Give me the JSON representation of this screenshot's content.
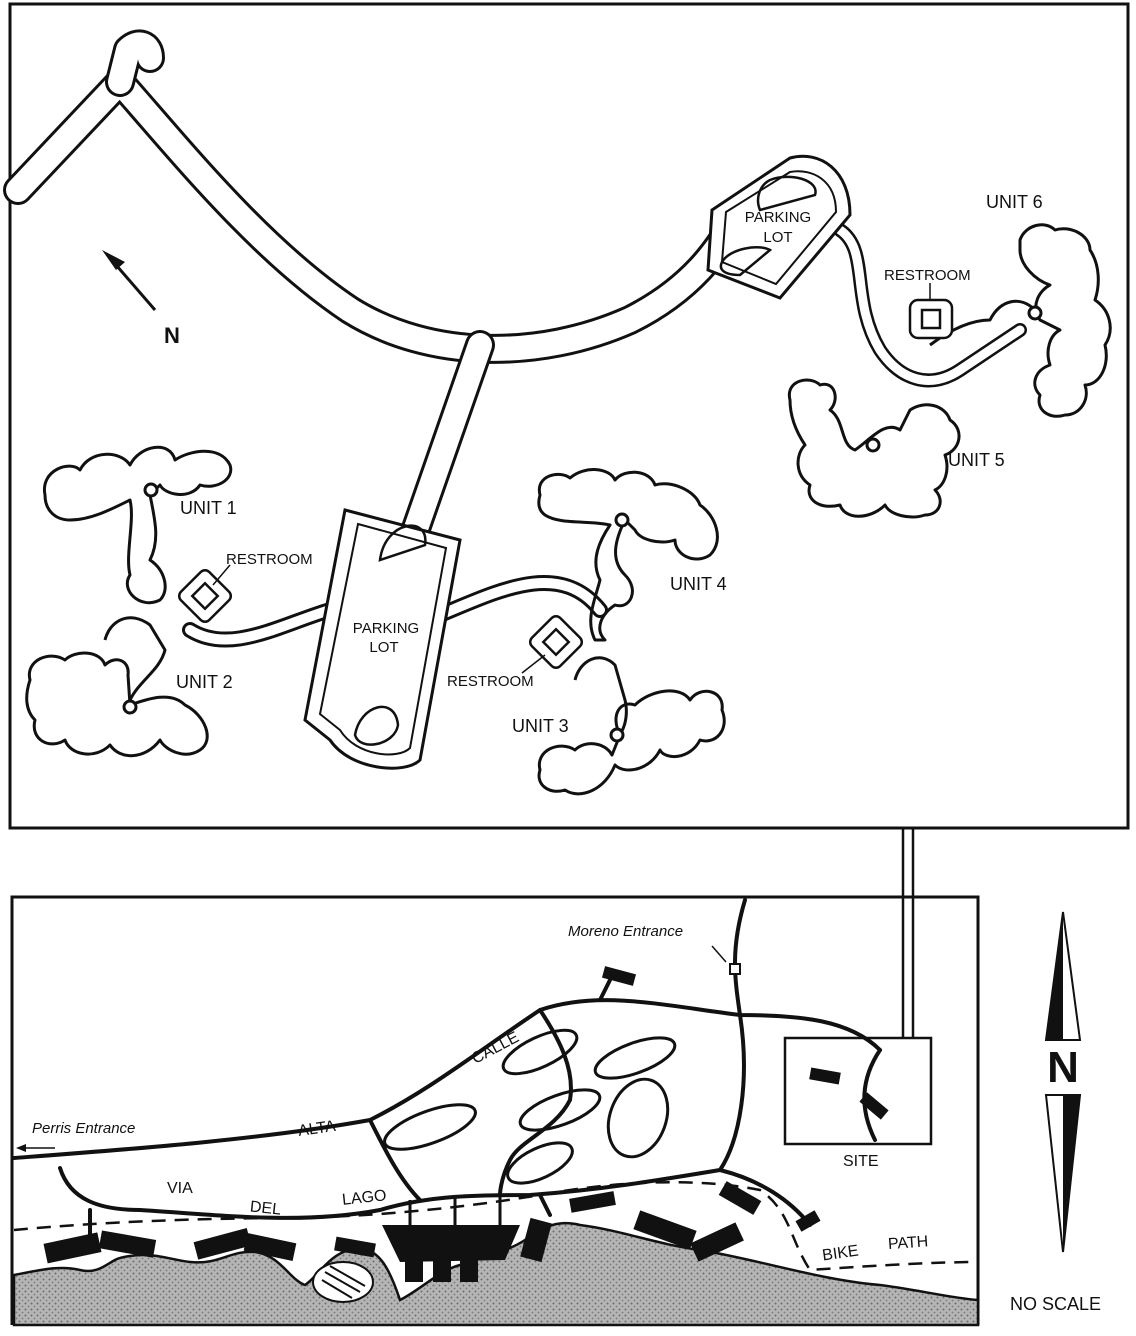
{
  "detail_map": {
    "north_label": "N",
    "parking_lot_top": [
      "PARKING",
      "LOT"
    ],
    "parking_lot_center": [
      "PARKING",
      "LOT"
    ],
    "units": {
      "unit1": "UNIT 1",
      "unit2": "UNIT 2",
      "unit3": "UNIT 3",
      "unit4": "UNIT 4",
      "unit5": "UNIT 5",
      "unit6": "UNIT 6"
    },
    "restrooms": {
      "left": "RESTROOM",
      "center": "RESTROOM",
      "right": "RESTROOM"
    }
  },
  "overview_map": {
    "moreno_entrance": "Moreno Entrance",
    "perris_entrance": "Perris Entrance",
    "street_words": [
      "CALLE",
      "ALTA",
      "VIA",
      "DEL",
      "LAGO"
    ],
    "bike_path": [
      "BIKE",
      "PATH"
    ],
    "site_label": "SITE",
    "north_label": "N",
    "scale_note": "NO SCALE"
  },
  "colors": {
    "ink": "#111111",
    "water": "#9a9a9a",
    "background": "#ffffff"
  }
}
